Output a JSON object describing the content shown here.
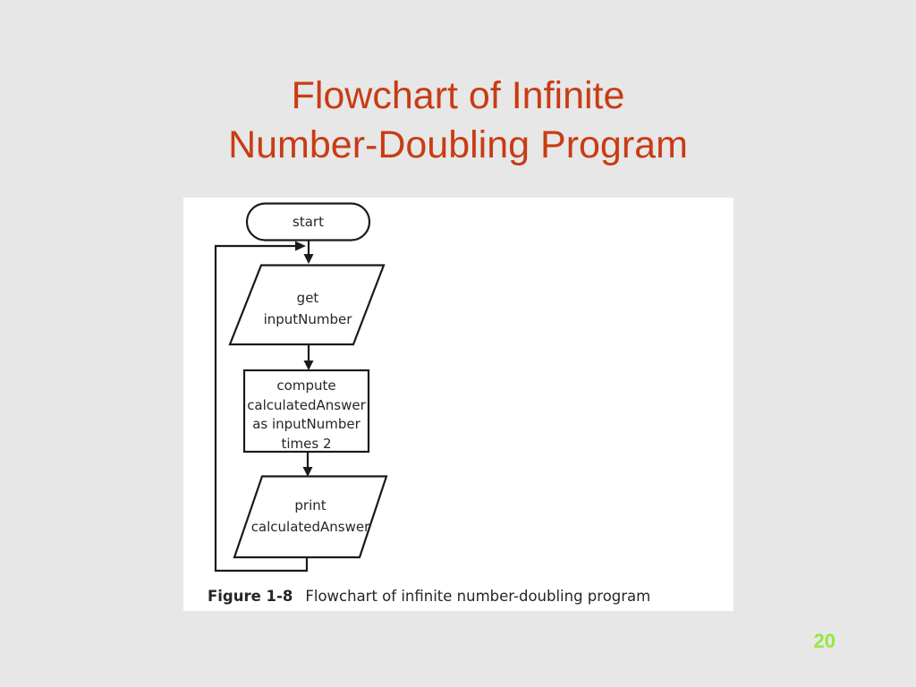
{
  "slide": {
    "title_line1": "Flowchart of Infinite",
    "title_line2": "Number-Doubling Program",
    "page_number": "20"
  },
  "figure": {
    "caption_label": "Figure 1-8",
    "caption_text": "Flowchart of infinite number-doubling program",
    "nodes": {
      "start": {
        "type": "terminator",
        "label": "start"
      },
      "get": {
        "type": "input-parallelogram",
        "lines": [
          "get",
          "inputNumber"
        ]
      },
      "compute": {
        "type": "process-rectangle",
        "lines": [
          "compute",
          "calculatedAnswer",
          "as inputNumber",
          "times 2"
        ]
      },
      "print": {
        "type": "output-parallelogram",
        "lines": [
          "print",
          "calculatedAnswer"
        ]
      }
    }
  },
  "colors": {
    "background": "#E7E7E7",
    "panel": "#FFFFFF",
    "title": "#C83C14",
    "stroke": "#1A1A1A",
    "page_number": "#95E83E"
  }
}
